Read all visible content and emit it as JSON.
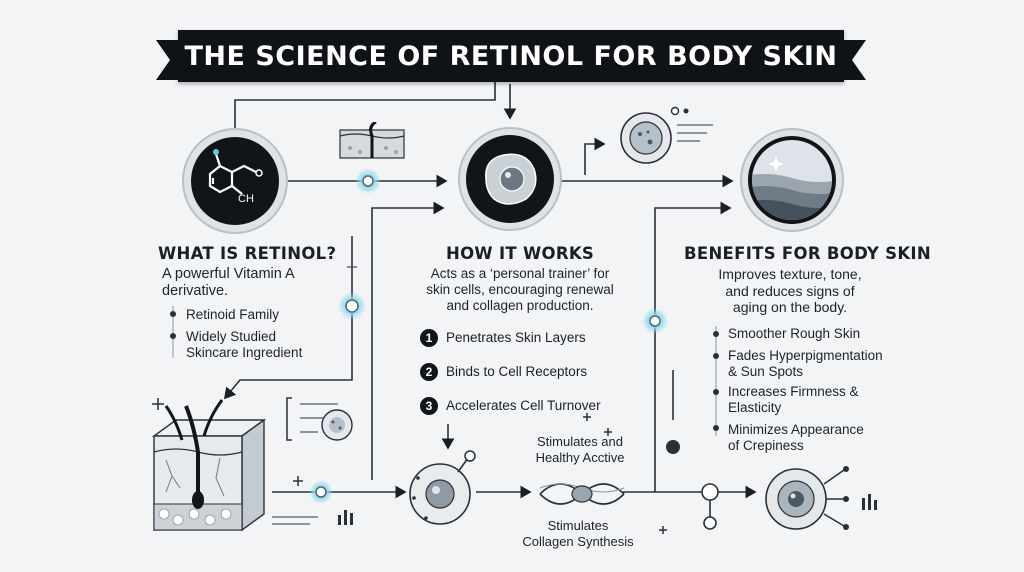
{
  "title": "THE SCIENCE OF RETINOL FOR BODY SKIN",
  "molecule": {
    "label": "CH"
  },
  "sections": {
    "what": {
      "heading": "WHAT IS RETINOL?",
      "description_lines": [
        "A powerful Vitamin A",
        "derivative."
      ],
      "bullets": [
        {
          "lines": [
            "Retinoid Family"
          ]
        },
        {
          "lines": [
            "Widely Studied",
            "Skincare Ingredient"
          ]
        }
      ]
    },
    "how": {
      "heading": "HOW IT WORKS",
      "description_lines": [
        "Acts as a ‘personal trainer’ for",
        "skin cells, encouraging renewal",
        "and collagen production."
      ],
      "steps": [
        {
          "number": "1",
          "label": "Penetrates Skin Layers"
        },
        {
          "number": "2",
          "label": "Binds to Cell Receptors"
        },
        {
          "number": "3",
          "label": "Accelerates Cell Turnover"
        }
      ],
      "caption_top": [
        "Stimulates and",
        "Healthy Acctive"
      ],
      "caption_bottom": [
        "Stimulates",
        "Collagen Synthesis"
      ]
    },
    "benefits": {
      "heading": "BENEFITS FOR BODY SKIN",
      "description_lines": [
        "Improves texture, tone,",
        "and reduces signs of",
        "aging on the body."
      ],
      "bullets": [
        {
          "lines": [
            "Smoother Rough Skin"
          ]
        },
        {
          "lines": [
            "Fades Hyperpigmentation",
            "& Sun Spots"
          ]
        },
        {
          "lines": [
            "Increases Firmness &",
            "Elasticity"
          ]
        },
        {
          "lines": [
            "Minimizes Appearance",
            "of Crepiness"
          ]
        }
      ]
    }
  },
  "colors": {
    "banner": "#0f1216",
    "glow": "#7fd3e8",
    "line": "#1b1f24",
    "icon_ring": "#2a3038"
  }
}
